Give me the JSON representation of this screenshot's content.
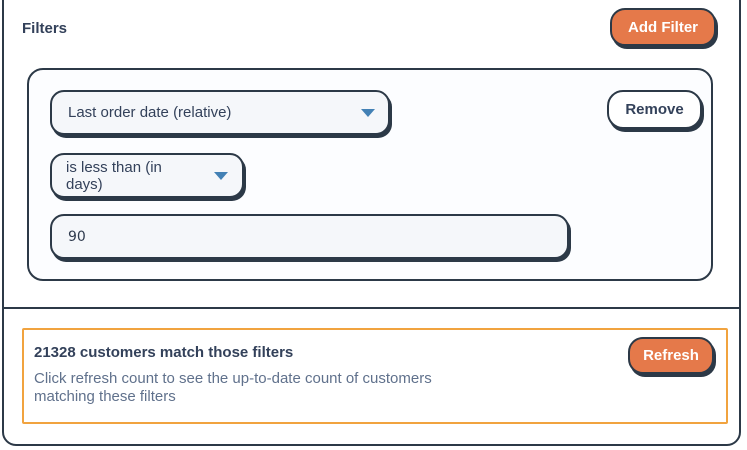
{
  "header": {
    "title": "Filters",
    "add_filter_button": "Add Filter"
  },
  "filter_card": {
    "remove_button": "Remove",
    "field_dropdown": {
      "value": "Last order date (relative)"
    },
    "operator_dropdown": {
      "value": "is less than (in days)"
    },
    "value_input": {
      "value": "90"
    }
  },
  "count_panel": {
    "heading": "21328 customers match those filters",
    "description": "Click refresh count to see the up-to-date count of customers matching these filters",
    "refresh_button": "Refresh"
  },
  "colors": {
    "accent_orange": "#e5794a",
    "count_panel_border": "#f1a33f",
    "dark_navy": "#2c3947",
    "secondary_text": "#60718c",
    "caret_blue": "#4381b5"
  }
}
